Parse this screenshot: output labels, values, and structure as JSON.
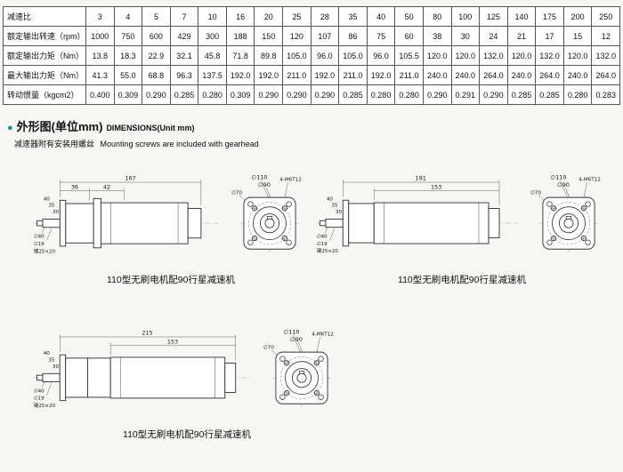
{
  "table": {
    "rows": [
      {
        "label": "减速比",
        "values": [
          "3",
          "4",
          "5",
          "7",
          "10",
          "16",
          "20",
          "25",
          "28",
          "35",
          "40",
          "50",
          "80",
          "100",
          "125",
          "140",
          "175",
          "200",
          "250"
        ]
      },
      {
        "label": "额定输出转速（rpm）",
        "values": [
          "1000",
          "750",
          "600",
          "429",
          "300",
          "188",
          "150",
          "120",
          "107",
          "86",
          "75",
          "60",
          "38",
          "30",
          "24",
          "21",
          "17",
          "15",
          "12"
        ]
      },
      {
        "label": "额定输出力矩（Nm）",
        "values": [
          "13.8",
          "18.3",
          "22.9",
          "32.1",
          "45.8",
          "71.8",
          "89.8",
          "105.0",
          "96.0",
          "105.0",
          "96.0",
          "105.5",
          "120.0",
          "120.0",
          "132.0",
          "120.0",
          "132.0",
          "120.0",
          "132.0"
        ]
      },
      {
        "label": "最大输出力矩（Nm）",
        "values": [
          "41.3",
          "55.0",
          "68.8",
          "96.3",
          "137.5",
          "192.0",
          "192.0",
          "211.0",
          "192.0",
          "211.0",
          "192.0",
          "211.0",
          "240.0",
          "240.0",
          "264.0",
          "240.0",
          "264.0",
          "240.0",
          "264.0"
        ]
      },
      {
        "label": "转动惯量（kgcm2）",
        "values": [
          "0.400",
          "0.309",
          "0.290",
          "0.285",
          "0.280",
          "0.309",
          "0.290",
          "0.290",
          "0.290",
          "0.285",
          "0.280",
          "0.280",
          "0.290",
          "0.291",
          "0.290",
          "0.285",
          "0.285",
          "0.280",
          "0.283"
        ]
      }
    ]
  },
  "section": {
    "bullet": "●",
    "bullet_color": "#1a8fa8",
    "title_cn": "外形图(单位mm)",
    "title_en": "DIMENSIONS(Unit mm)",
    "note_cn": "减速器附有安装用螺丝",
    "note_en": "Mounting screws are included with gearhead"
  },
  "drawings": [
    {
      "caption": "110型无刷电机配90行星减速机",
      "dim_total": "167",
      "dim_a": "36",
      "dim_b": "42",
      "dim_l1": "40",
      "dim_l2": "35",
      "dim_l3": "30",
      "shaft_l1": "∅40",
      "shaft_l2": "∅19",
      "shaft_l3": "键25×20",
      "front_d1": "∅110",
      "front_d2": "∅90",
      "front_d3": "∅70",
      "front_screws": "4-M6T12"
    },
    {
      "caption": "110型无刷电机配90行星减速机",
      "dim_total": "191",
      "dim_motor": "153",
      "dim_l1": "40",
      "dim_l2": "35",
      "dim_l3": "30",
      "shaft_l1": "∅40",
      "shaft_l2": "∅19",
      "shaft_l3": "键25×20",
      "front_d1": "∅110",
      "front_d2": "∅90",
      "front_d3": "∅70",
      "front_screws": "4-M6T12"
    },
    {
      "caption": "110型无刷电机配90行星减速机",
      "dim_total": "215",
      "dim_motor": "153",
      "dim_l1": "40",
      "dim_l2": "35",
      "dim_l3": "30",
      "shaft_l1": "∅40",
      "shaft_l2": "∅19",
      "shaft_l3": "键25×20",
      "front_d1": "∅110",
      "front_d2": "∅90",
      "front_d3": "∅70",
      "front_screws": "4-M6T12"
    }
  ]
}
